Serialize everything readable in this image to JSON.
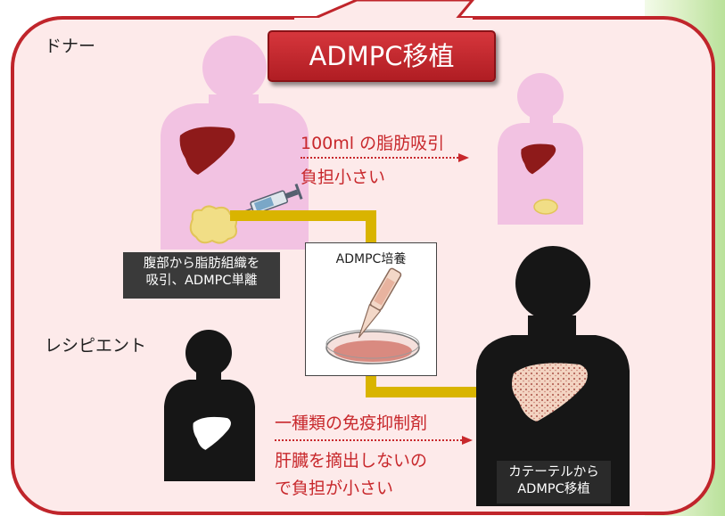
{
  "title": "ADMPC移植",
  "donor": {
    "label": "ドナー",
    "arrow_text_1": "100ml の脂肪吸引",
    "arrow_text_2": "負担小さい",
    "process_box": [
      "腹部から脂肪組織を",
      "吸引、ADMPC単離"
    ]
  },
  "culture": {
    "label": "ADMPC培養"
  },
  "recipient": {
    "label": "レシピエント",
    "arrow_text_1": "一種類の免疫抑制剤",
    "arrow_text_2": "肝臓を摘出しないの",
    "arrow_text_3": "で負担が小さい",
    "result_box": [
      "カテーテルから",
      "ADMPC移植"
    ]
  },
  "colors": {
    "frame": "#c0252b",
    "frame_fill": "#fdeaea",
    "title_bg": "#c8292f",
    "donor_body": "#f2c2e2",
    "recipient_body": "#161616",
    "liver": "#8e1a1a",
    "fat": "#f1de86",
    "flow_arrow": "#d9b400",
    "side_bg": "#cde9b3"
  },
  "icons": [
    "syringe-icon",
    "petri-dish-icon",
    "pipette-icon",
    "liver-icon",
    "fat-tissue-icon"
  ]
}
